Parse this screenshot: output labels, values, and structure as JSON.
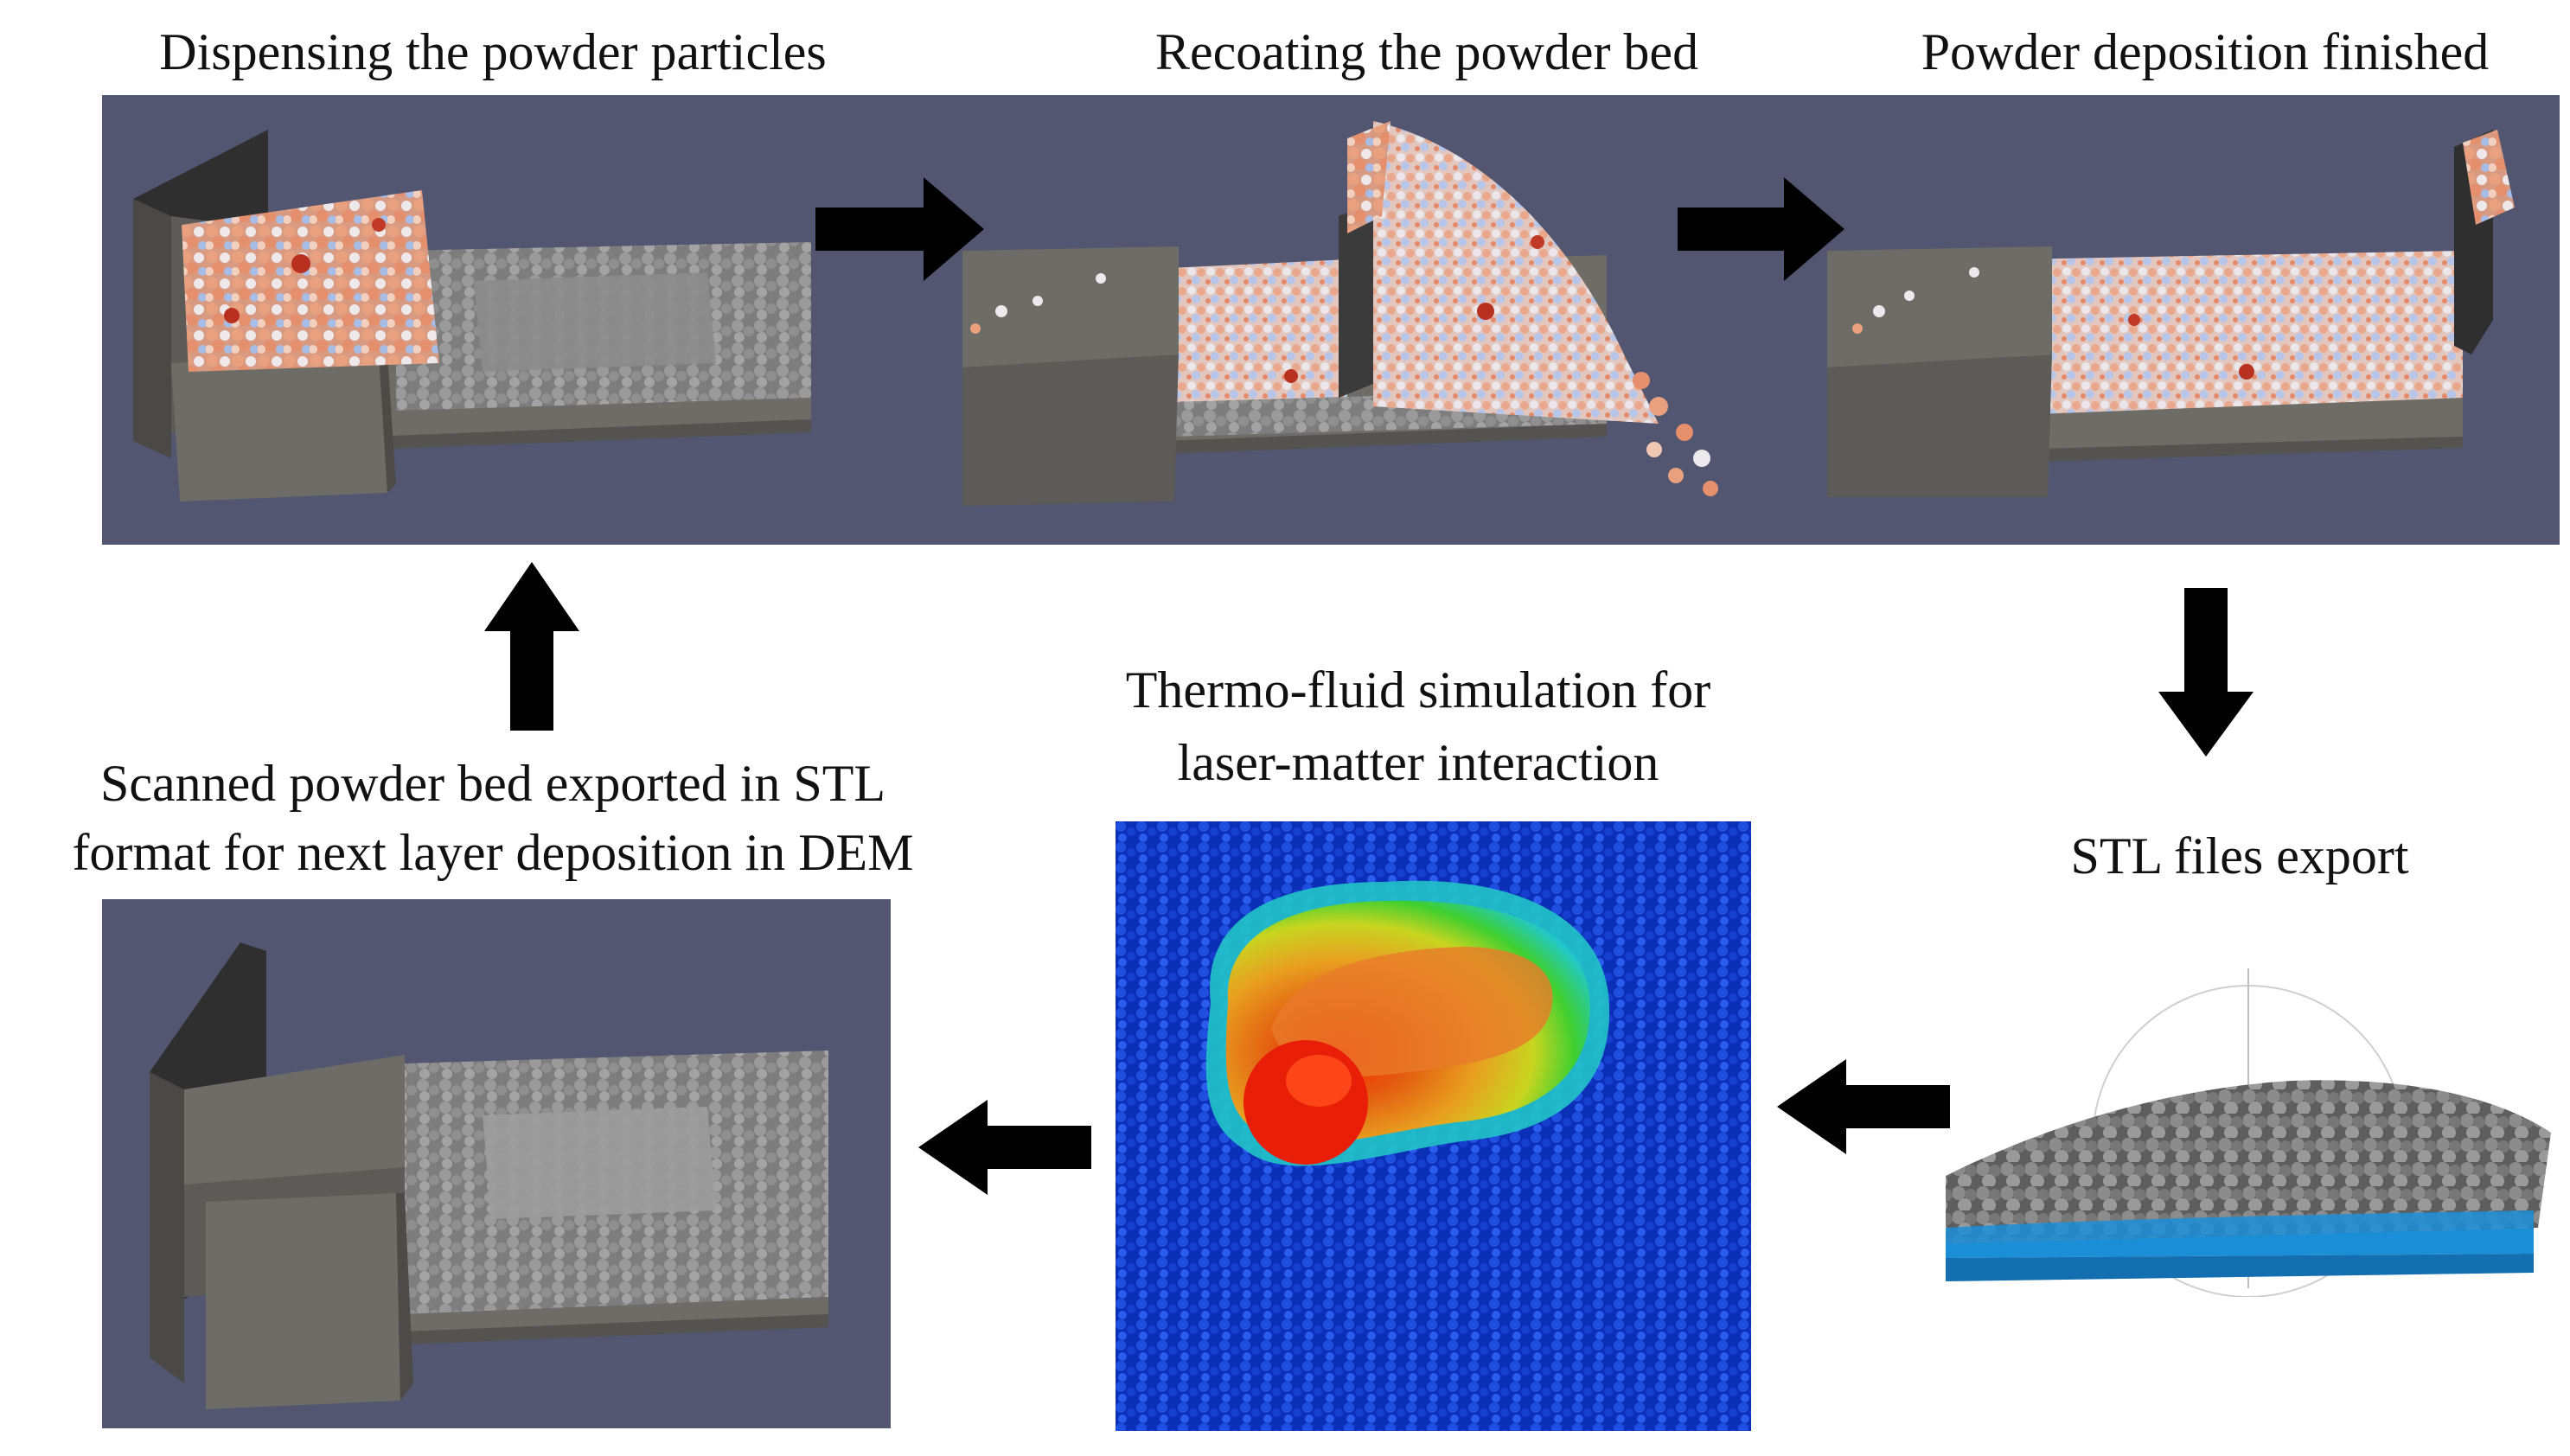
{
  "labels": {
    "step1": "Dispensing the powder particles",
    "step2": "Recoating the powder bed",
    "step3": "Powder deposition finished",
    "step4": "STL files export",
    "step5_line1": "Thermo-fluid simulation for",
    "step5_line2": "laser-matter interaction",
    "step6_line1": "Scanned powder bed exported in STL",
    "step6_line2": "format for next layer deposition in DEM"
  },
  "colors": {
    "scene_background": "#525670",
    "box_gray": "#6e6c66",
    "powder_gray": "#8a8a8a",
    "particle_warm": "#e8a07e",
    "particle_dark_red": "#b83020",
    "particle_light": "#e9e6ea",
    "particle_blue": "#a8bde6",
    "stl_blue": "#1b8ed8",
    "arrow": "#000000"
  },
  "icons": {
    "flow_arrow": "thick-block-arrow"
  }
}
